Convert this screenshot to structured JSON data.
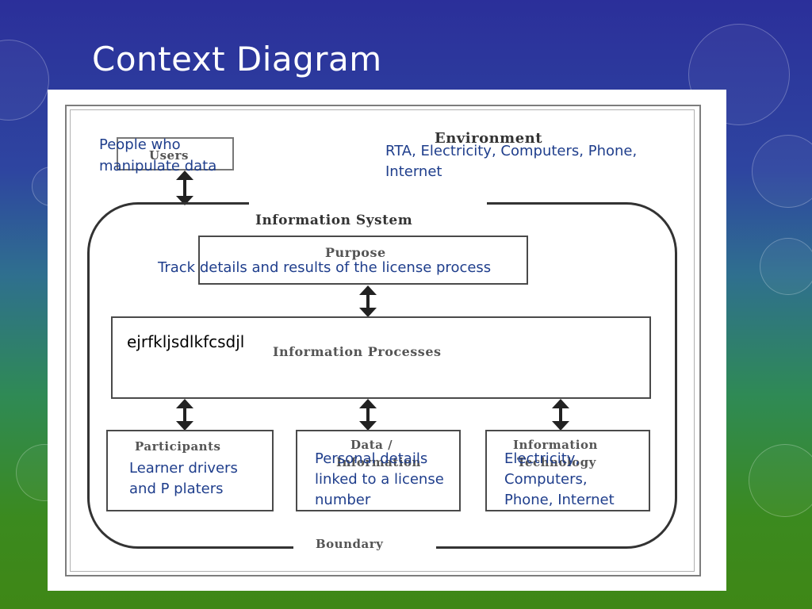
{
  "slide": {
    "title": "Context Diagram"
  },
  "diagram": {
    "environment_label": "Environment",
    "users_label": "Users",
    "system_label": "Information System",
    "purpose_label": "Purpose",
    "processes_label": "Information Processes",
    "participants_label": "Participants",
    "data_label_line1": "Data /",
    "data_label_line2": "Information",
    "it_label_line1": "Information",
    "it_label_line2": "Technology",
    "boundary_label": "Boundary"
  },
  "annotations": {
    "users": "People who manipulate data",
    "environment": "RTA, Electricity, Computers, Phone, Internet",
    "purpose": "Track details and results of the license process",
    "processes": "ejrfkljsdlkfcsdjl",
    "participants": "Learner drivers and P platers",
    "data": "Personal details linked to a license number",
    "it": "Electricity, Computers, Phone, Internet"
  }
}
